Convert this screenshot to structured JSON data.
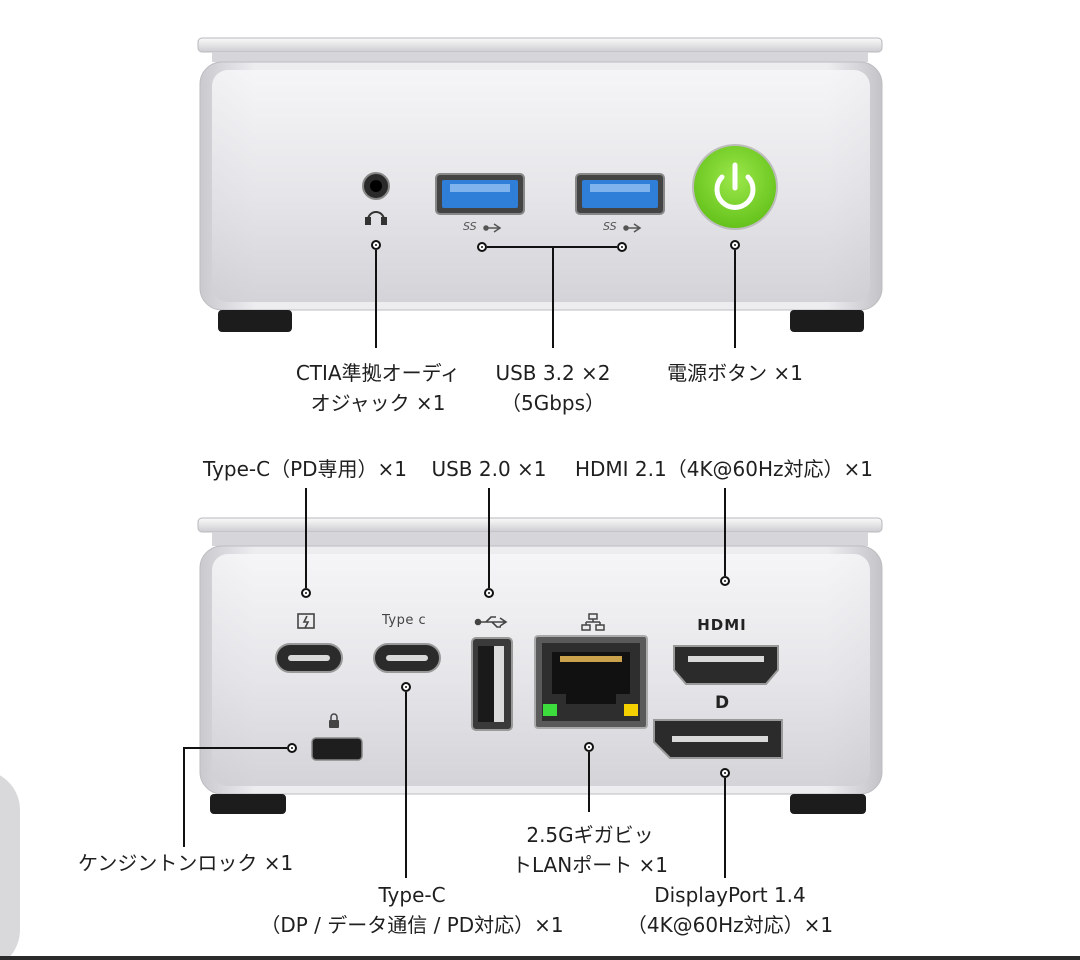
{
  "front_panel": {
    "callouts": {
      "audio_line1": "CTIA準拠オーディ",
      "audio_line2": "オジャック ×1",
      "usb32_line1": "USB 3.2 ×2",
      "usb32_line2": "（5Gbps）",
      "power": "電源ボタン ×1"
    },
    "port_marks": {
      "usb_ss": "SS"
    }
  },
  "rear_panel": {
    "callouts": {
      "typec_pd": "Type-C（PD専用）×1",
      "usb20": "USB 2.0 ×1",
      "hdmi": "HDMI 2.1（4K@60Hz対応）×1",
      "kensington": "ケンジントンロック ×1",
      "typec_dp_line1": "Type-C",
      "typec_dp_line2": "（DP / データ通信 / PD対応）×1",
      "lan_line1": "2.5Gギガビッ",
      "lan_line2": "トLANポート ×1",
      "dp_line1": "DisplayPort 1.4",
      "dp_line2": "（4K@60Hz対応）×1"
    },
    "port_marks": {
      "typec": "Type c",
      "hdmi_logo": "HDMI",
      "dp_logo": "D"
    }
  },
  "colors": {
    "chassis": "#e6e6e9",
    "usb3_blue": "#2f7ed8",
    "power_green": "#7ed321",
    "lan_led_left": "#3ddc3d",
    "lan_led_right": "#f5d000"
  }
}
